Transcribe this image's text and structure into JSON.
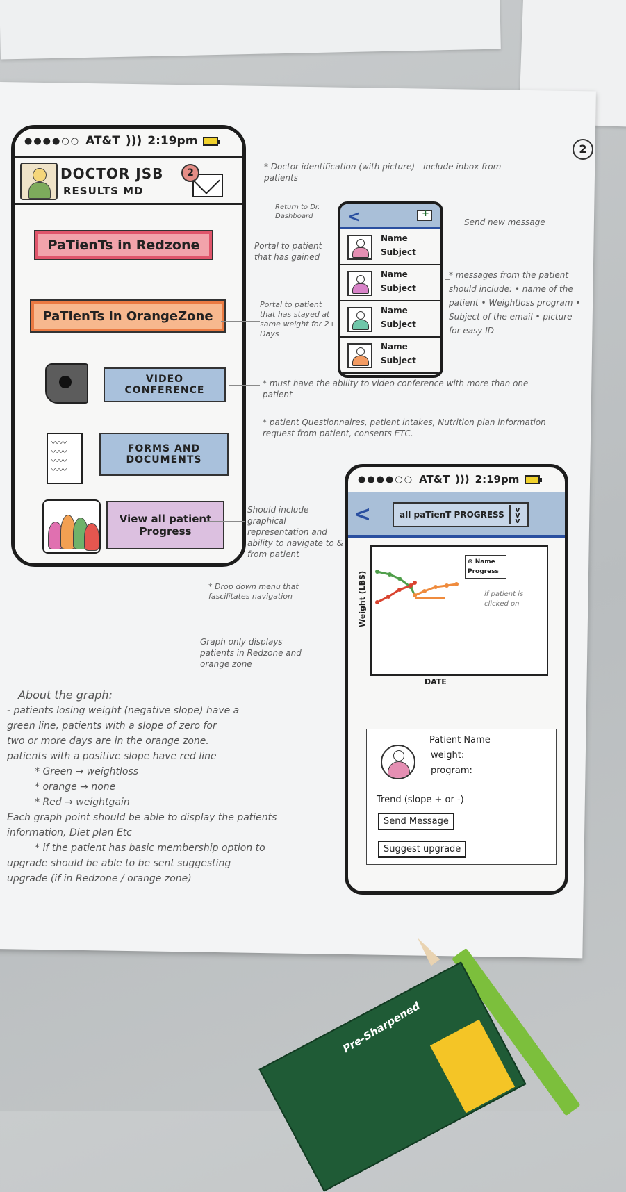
{
  "page_number": "2",
  "phone1": {
    "status": {
      "carrier": "AT&T",
      "time": "2:19pm"
    },
    "doctor_name": "DOCTOR JSB",
    "doctor_title": "RESULTS MD",
    "inbox_count": "2",
    "buttons": {
      "redzone": "PaTienTs in Redzone",
      "orangezone": "PaTienTs in OrangeZone",
      "video": "VIDEO CONFERENCE",
      "forms": "FORMS AND DOCUMENTS",
      "progress": "View all patient Progress"
    }
  },
  "phone2": {
    "messages": [
      {
        "name": "Name",
        "subject": "Subject",
        "color": "#e58fb3"
      },
      {
        "name": "Name",
        "subject": "Subject",
        "color": "#d883c8"
      },
      {
        "name": "Name",
        "subject": "Subject",
        "color": "#6fc6a9"
      },
      {
        "name": "Name",
        "subject": "Subject",
        "color": "#f29b63"
      }
    ]
  },
  "phone3": {
    "status": {
      "carrier": "AT&T",
      "time": "2:19pm"
    },
    "dropdown": "all paTienT PROGRESS",
    "ylabel": "Weight (LBS)",
    "xlabel": "DATE",
    "popup": {
      "name": "Name",
      "sub": "Progress"
    },
    "popup_note": "if patient is clicked on",
    "detail": {
      "name": "Patient Name",
      "weight": "weight:",
      "program": "program:",
      "trend": "Trend (slope + or -)",
      "send": "Send Message",
      "upgrade": "Suggest upgrade"
    },
    "chart_data": {
      "type": "line",
      "series": [
        {
          "color": "#4f9e4a"
        },
        {
          "color": "#d9432f"
        },
        {
          "color": "#ef8b3d"
        }
      ]
    }
  },
  "notes": {
    "doctor_id": "* Doctor identification (with picture) - include inbox from patients",
    "return": "Return to Dr. Dashboard",
    "send_new": "Send new message",
    "messages": "* messages from the patient should include: • name of the patient • Weightloss program • Subject of the email • picture for easy ID",
    "portal_gained": "Portal to patient that has gained",
    "portal_stayed": "Portal to patient that has stayed at same weight for 2+ Days",
    "video": "* must have the ability to video conference with more than one patient",
    "forms": "* patient Questionnaires, patient intakes, Nutrition plan information request from patient, consents ETC.",
    "progress": "Should include graphical representation and ability to navigate to & from patient",
    "dropdown": "* Drop down menu that fascilitates navigation",
    "graph_only": "Graph only displays patients in Redzone and orange zone"
  },
  "about": {
    "title": "About the graph:",
    "lines": [
      "- patients losing weight (negative slope) have a",
      "green line, patients with a slope of zero for",
      "two or more days are in the orange zone.",
      "patients with a positive slope have red line",
      "* Green → weightloss",
      "* orange → none",
      "* Red → weightgain",
      "Each graph point should be able to display the patients",
      "information, Diet plan Etc",
      "* if the patient has basic membership option to",
      "upgrade should be able to be sent suggesting",
      "upgrade (if in Redzone / orange zone)"
    ]
  },
  "box_label": "Pre-Sharpened"
}
